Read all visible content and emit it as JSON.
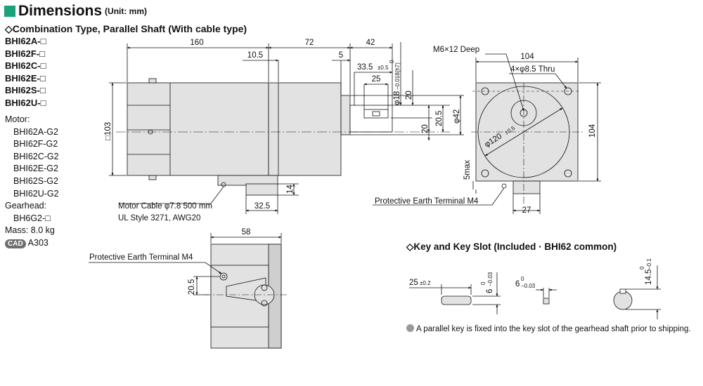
{
  "header": {
    "title": "Dimensions",
    "unit": "(Unit: mm)"
  },
  "section1": {
    "title": "◇Combination Type, Parallel Shaft (With cable type)"
  },
  "models": [
    "BHI62A-□",
    "BHI62F-□",
    "BHI62C-□",
    "BHI62E-□",
    "BHI62S-□",
    "BHI62U-□"
  ],
  "motor": {
    "label": "Motor:",
    "items": [
      "BHI62A-G2",
      "BHI62F-G2",
      "BHI62C-G2",
      "BHI62E-G2",
      "BHI62S-G2",
      "BHI62U-G2"
    ]
  },
  "gearhead": {
    "label": "Gearhead:",
    "item": "BH6G2-□"
  },
  "mass": "Mass: 8.0 kg",
  "cad": {
    "badge": "CAD",
    "code": "A303"
  },
  "dims": {
    "d160": "160",
    "d72": "72",
    "d42": "42",
    "d10_5": "10.5",
    "d5": "5",
    "d33_5": "33.5",
    "d33_5_tol": "±0.5",
    "d25": "25",
    "d18": "φ18",
    "d18_tol": "−0.018(h7)",
    "d18_tol_top": "0",
    "d20": "20",
    "d20_5": "20.5",
    "d42phi": "φ42",
    "d103": "□103",
    "d14": "14",
    "d32_5": "32.5",
    "d58": "58",
    "d20_5b": "20.5",
    "d104w": "104",
    "d104h": "104",
    "d27": "27",
    "d5max": "5max",
    "d120": "φ120",
    "d120_tol": "±0.5",
    "m6": "M6×12 Deep",
    "thru": "4×φ8.5 Thru"
  },
  "labels": {
    "cable": "Motor Cable φ7.8 500 mm",
    "cable_std": "UL Style 3271, AWG20",
    "pe_front": "Protective Earth Terminal M4",
    "pe_side": "Protective Earth Terminal M4"
  },
  "key": {
    "title": "◇Key and Key Slot (Included · BHI62 common)",
    "d25": "25",
    "d25_tol": "±0.2",
    "d6": "6",
    "d6_tol_top": "0",
    "d6_tol": "−0.03",
    "d6b": "6",
    "d6b_tol_top": "0",
    "d6b_tol": "−0.03",
    "d14_5": "14.5",
    "d14_5_tol_top": "0",
    "d14_5_tol": "−0.1"
  },
  "note": "A parallel key is fixed into the key slot of the gearhead shaft prior to shipping."
}
